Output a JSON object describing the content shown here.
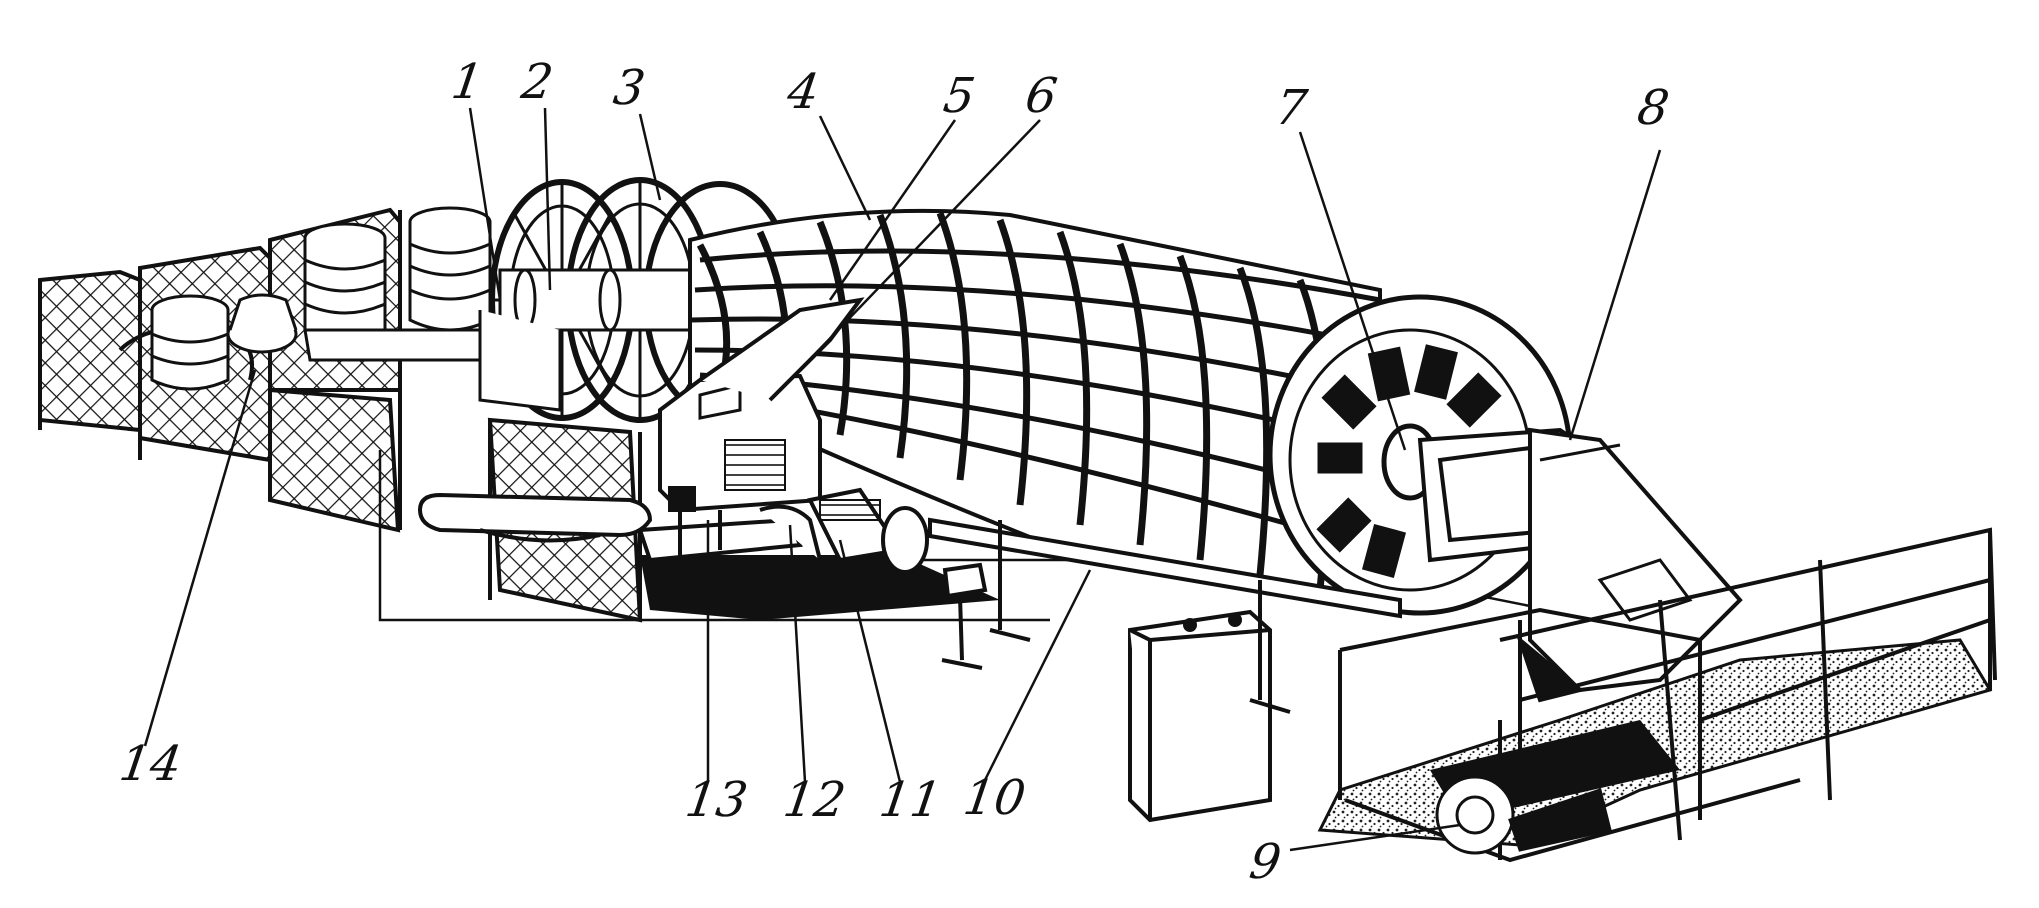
{
  "callouts": [
    {
      "id": "1",
      "text": "1"
    },
    {
      "id": "2",
      "text": "2"
    },
    {
      "id": "3",
      "text": "3"
    },
    {
      "id": "4",
      "text": "4"
    },
    {
      "id": "5",
      "text": "5"
    },
    {
      "id": "6",
      "text": "6"
    },
    {
      "id": "7",
      "text": "7"
    },
    {
      "id": "8",
      "text": "8"
    },
    {
      "id": "9",
      "text": "9"
    },
    {
      "id": "10",
      "text": "10"
    },
    {
      "id": "11",
      "text": "11"
    },
    {
      "id": "12",
      "text": "12"
    },
    {
      "id": "13",
      "text": "13"
    },
    {
      "id": "14",
      "text": "14"
    }
  ],
  "colors": {
    "ink": "#111111",
    "paper": "#ffffff",
    "stipple": "#222222"
  }
}
